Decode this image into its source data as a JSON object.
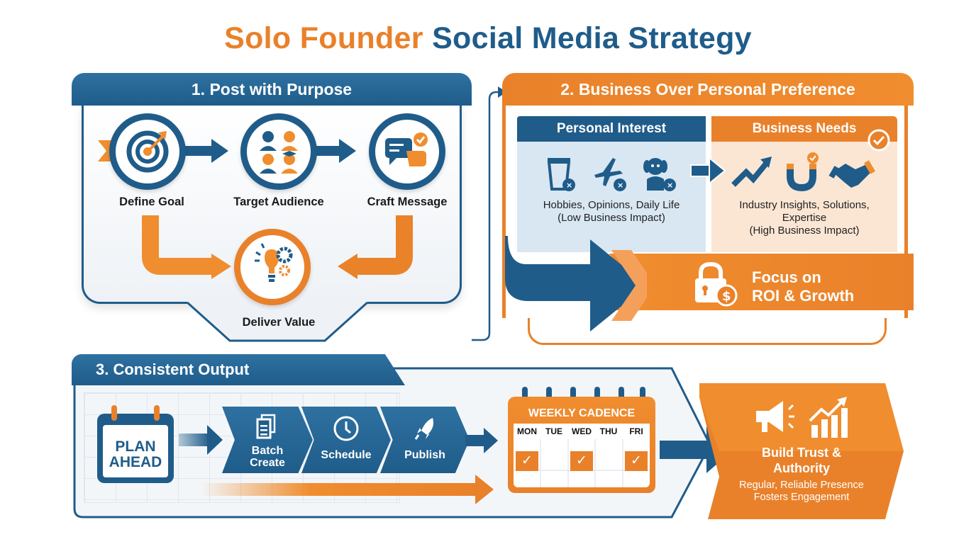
{
  "title": {
    "part1": "Solo Founder",
    "part2": "Social Media Strategy"
  },
  "colors": {
    "blue": "#1f5c8a",
    "orange": "#e9812a",
    "light_blue": "#d9e7f3",
    "light_orange": "#fbe6d4"
  },
  "section1": {
    "heading": "1. Post with Purpose",
    "steps": [
      {
        "label": "Define Goal",
        "icon": "target-icon"
      },
      {
        "label": "Target Audience",
        "icon": "audience-icon"
      },
      {
        "label": "Craft Message",
        "icon": "message-icon"
      }
    ],
    "result": {
      "label": "Deliver Value",
      "icon": "lightbulb-gears-icon"
    }
  },
  "section2": {
    "heading": "2. Business Over Personal Preference",
    "personal": {
      "heading": "Personal Interest",
      "icons": [
        "coffee-icon",
        "airplane-icon",
        "dog-icon"
      ],
      "line1": "Hobbies, Opinions, Daily Life",
      "line2": "(Low Business Impact)"
    },
    "business": {
      "heading": "Business Needs",
      "icons": [
        "growth-arrow-icon",
        "magnet-icon",
        "handshake-icon"
      ],
      "line1": "Industry Insights, Solutions,",
      "line2": "Expertise",
      "line3": "(High Business Impact)"
    },
    "focus": {
      "line1": "Focus on",
      "line2": "ROI & Growth",
      "icon": "lock-dollar-icon"
    }
  },
  "section3": {
    "heading": "3. Consistent Output",
    "plan": {
      "line1": "PLAN",
      "line2": "AHEAD"
    },
    "steps": [
      {
        "line1": "Batch",
        "line2": "Create",
        "icon": "documents-icon"
      },
      {
        "line1": "Schedule",
        "line2": "",
        "icon": "clock-icon"
      },
      {
        "line1": "Publish",
        "line2": "",
        "icon": "rocket-icon"
      }
    ],
    "calendar": {
      "title": "WEEKLY CADENCE",
      "days": [
        "MON",
        "TUE",
        "WED",
        "THU",
        "FRI"
      ],
      "checked": [
        true,
        false,
        true,
        false,
        true
      ]
    },
    "outcome": {
      "line1": "Build Trust &",
      "line2": "Authority",
      "sub1": "Regular, Reliable Presence",
      "sub2": "Fosters Engagement"
    }
  }
}
